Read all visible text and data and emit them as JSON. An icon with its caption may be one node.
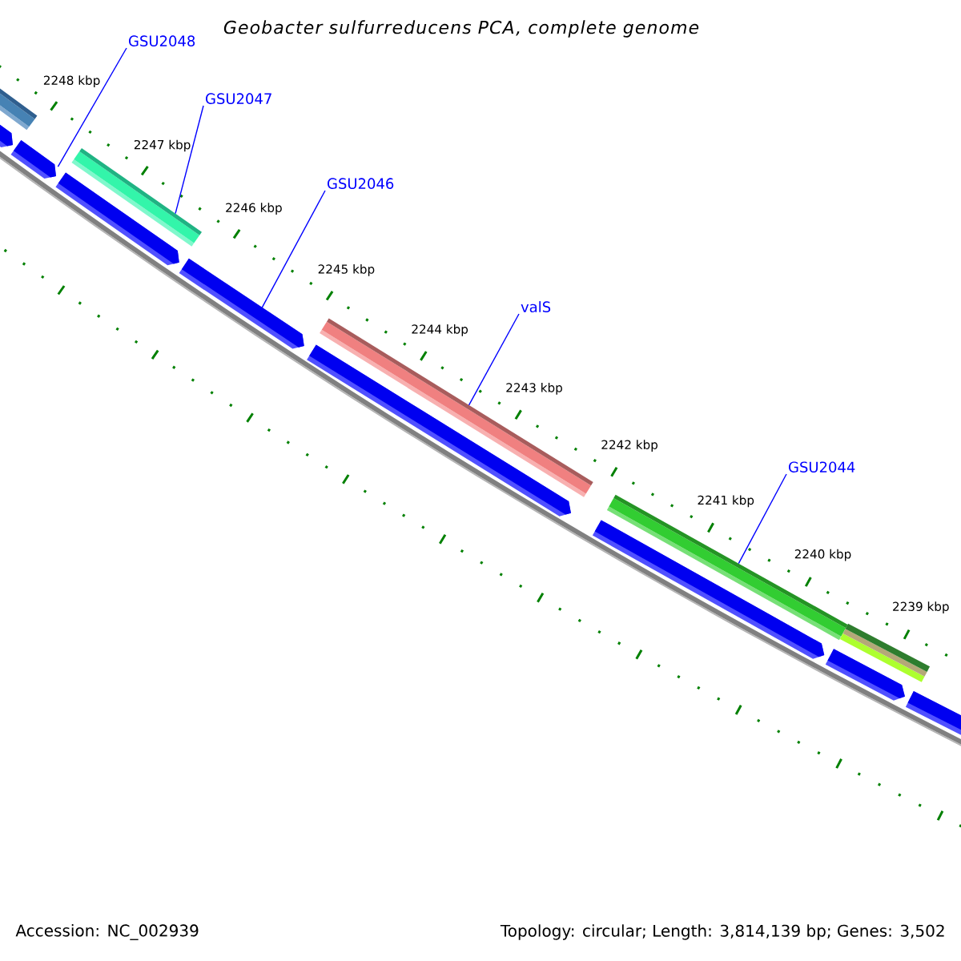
{
  "diagram": {
    "title": "Geobacter sulfurreducens PCA, complete genome",
    "nodes": [
      {
        "text": [
          "GSU2048"
        ]
      },
      {
        "text": [
          "GSU2047"
        ]
      },
      {
        "text": [
          "GSU2046"
        ]
      },
      {
        "text": [
          "valS"
        ]
      },
      {
        "text": [
          "GSU2044"
        ]
      },
      {
        "text": [],
        "shape": "bar"
      },
      {
        "text": [],
        "shape": "bar"
      },
      {
        "text": [],
        "shape": "bar"
      },
      {
        "text": [],
        "shape": "bar"
      },
      {
        "text": [],
        "shape": "bar"
      },
      {
        "text": [],
        "shape": "pentagon"
      },
      {
        "text": [],
        "shape": "pentagon"
      },
      {
        "text": [],
        "shape": "pentagon"
      },
      {
        "text": [],
        "shape": "pentagon"
      },
      {
        "text": [],
        "shape": "pentagon"
      },
      {
        "text": [],
        "shape": "pentagon"
      },
      {
        "text": [],
        "shape": "pentagon"
      },
      {
        "text": [],
        "shape": "pentagon"
      }
    ],
    "edges": [
      {
        "from": 0,
        "to": 11,
        "arrow": "none"
      },
      {
        "from": 1,
        "to": 6,
        "arrow": "none"
      },
      {
        "from": 2,
        "to": 13,
        "arrow": "none"
      },
      {
        "from": 3,
        "to": 7,
        "arrow": "none"
      },
      {
        "from": 4,
        "to": 8,
        "arrow": "none"
      }
    ],
    "labels": [
      "2248 kbp",
      "2247 kbp",
      "2246 kbp",
      "2245 kbp",
      "2244 kbp",
      "2243 kbp",
      "2242 kbp",
      "2241 kbp",
      "2240 kbp",
      "2239 kbp",
      "Accession: NC_002939",
      "Topology: circular; Length: 3,814,139 bp; Genes: 3,502"
    ]
  }
}
